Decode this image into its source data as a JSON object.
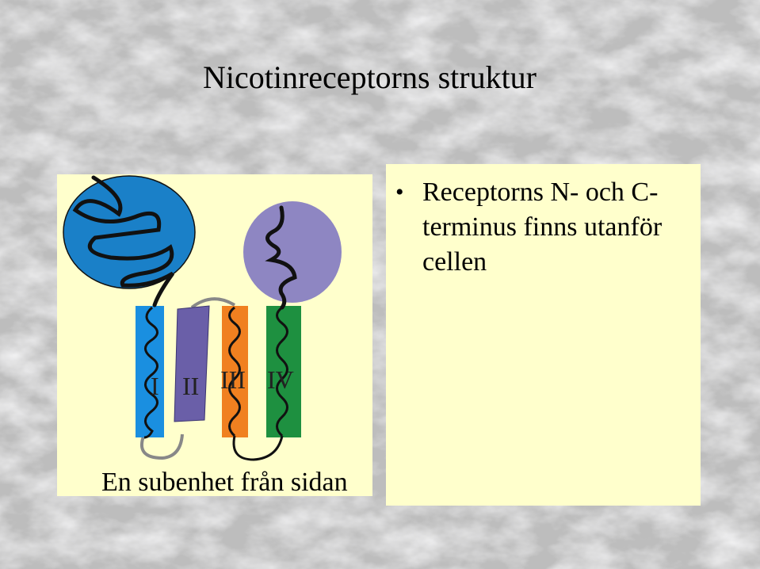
{
  "slide": {
    "title": "Nicotinreceptorns struktur",
    "caption": "En subenhet från sidan"
  },
  "bullets": [
    {
      "text": "Receptorns N- och C-terminus finns utanför cellen"
    }
  ],
  "helices": [
    {
      "label": "I",
      "color": "#1a8fe0"
    },
    {
      "label": "II",
      "color": "#6a5fa8"
    },
    {
      "label": "III",
      "color": "#f08020"
    },
    {
      "label": "IV",
      "color": "#1e9040"
    }
  ],
  "domains": {
    "n_terminal_color": "#1a80c8",
    "c_terminal_color": "#8e86c2"
  },
  "colors": {
    "panel": "#ffffcc",
    "marble": "#e2e2e2",
    "chain": "#111111",
    "loop": "#888888"
  }
}
